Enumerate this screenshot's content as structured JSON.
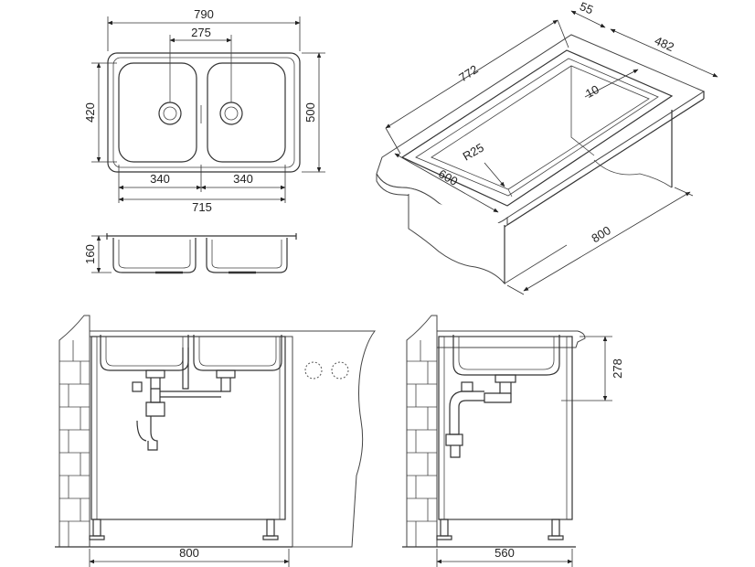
{
  "top_view": {
    "width": "790",
    "bowl_spacing": "275",
    "height": "420",
    "outer_height": "500",
    "bowl_left": "340",
    "bowl_right": "340",
    "bowl_total": "715"
  },
  "side_view": {
    "depth": "160"
  },
  "iso_view": {
    "length": "772",
    "offset": "55",
    "width": "482",
    "rim": "10",
    "radius": "R25",
    "cabinet_depth": "600",
    "cabinet_width": "800"
  },
  "front_install": {
    "cabinet_width": "800"
  },
  "side_install": {
    "cabinet_depth": "560",
    "height": "278"
  }
}
